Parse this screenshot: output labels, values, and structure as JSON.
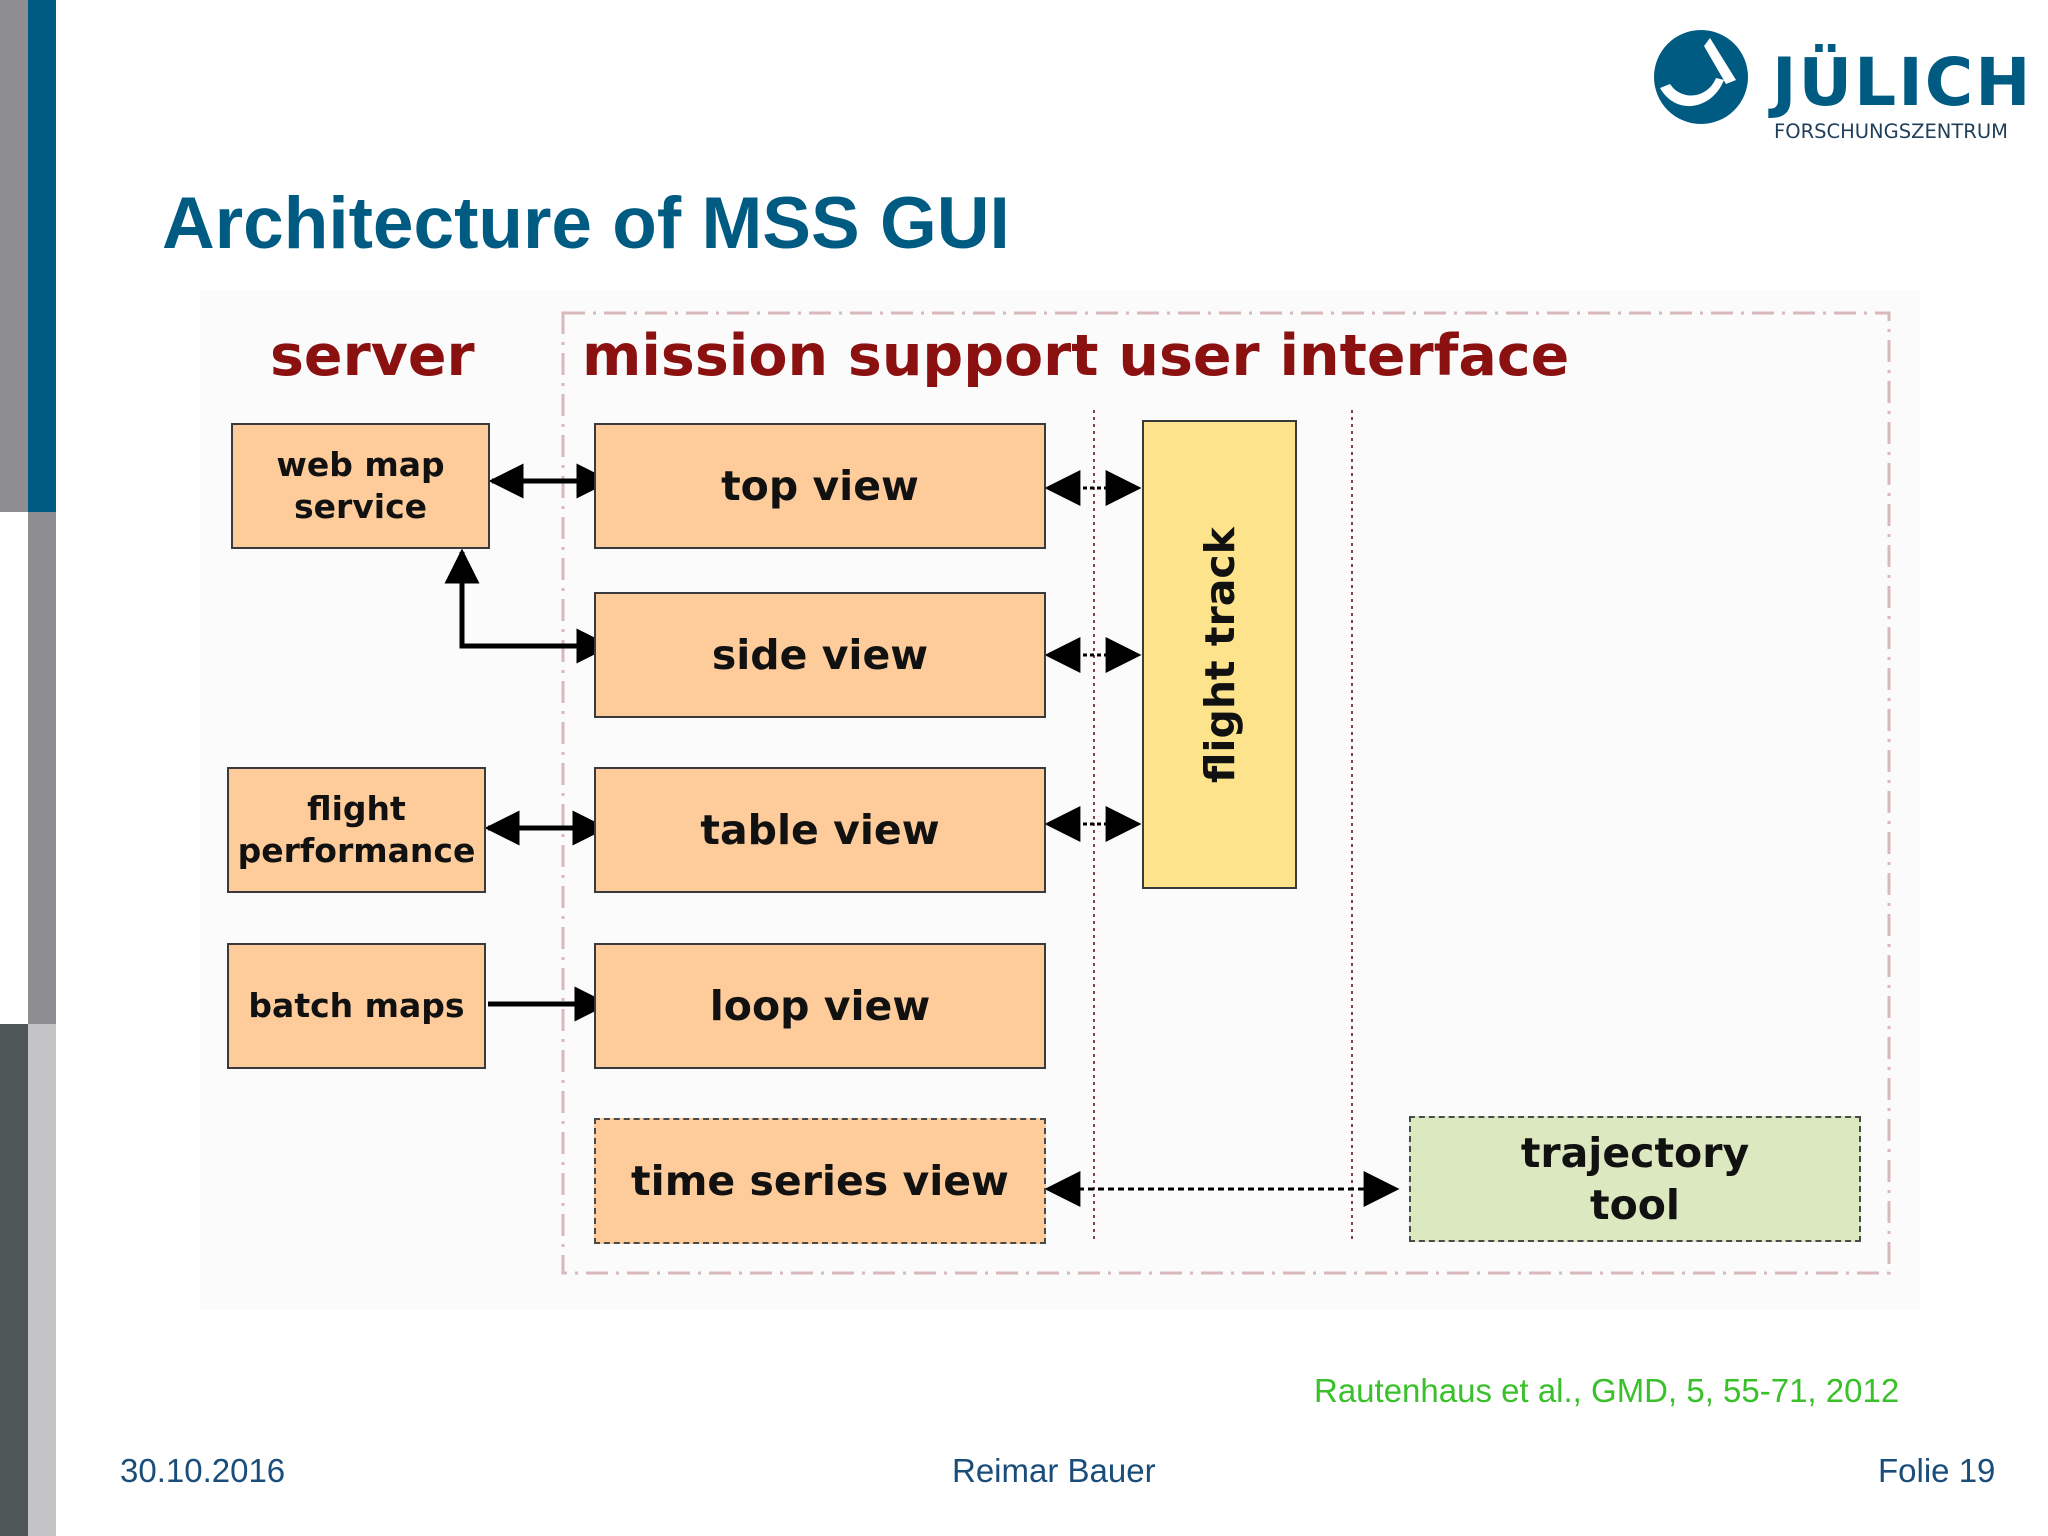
{
  "header": {
    "title": "Architecture of MSS GUI",
    "logo_name": "JÜLICH",
    "logo_subtitle": "FORSCHUNGSZENTRUM"
  },
  "diagram": {
    "server_label": "server",
    "ui_label": "mission support user interface",
    "server_boxes": {
      "web_map_service": [
        "web map",
        "service"
      ],
      "flight_performance": [
        "flight",
        "performance"
      ],
      "batch_maps": "batch maps"
    },
    "views": {
      "top_view": "top view",
      "side_view": "side view",
      "table_view": "table view",
      "loop_view": "loop view",
      "time_series_view": "time series view"
    },
    "flight_track": "flight track",
    "trajectory_tool": [
      "trajectory",
      "tool"
    ]
  },
  "citation": "Rautenhaus et al., GMD, 5, 55-71, 2012",
  "footer": {
    "date": "30.10.2016",
    "author": "Reimar Bauer",
    "slide_number": "Folie 19"
  },
  "colors": {
    "brand_blue": "#005b82",
    "label_red": "#8b1010",
    "box_orange": "#fdcc9a",
    "box_yellow": "#fde48c",
    "box_green": "#dbe8c0",
    "citation_green": "#3ac02a"
  }
}
